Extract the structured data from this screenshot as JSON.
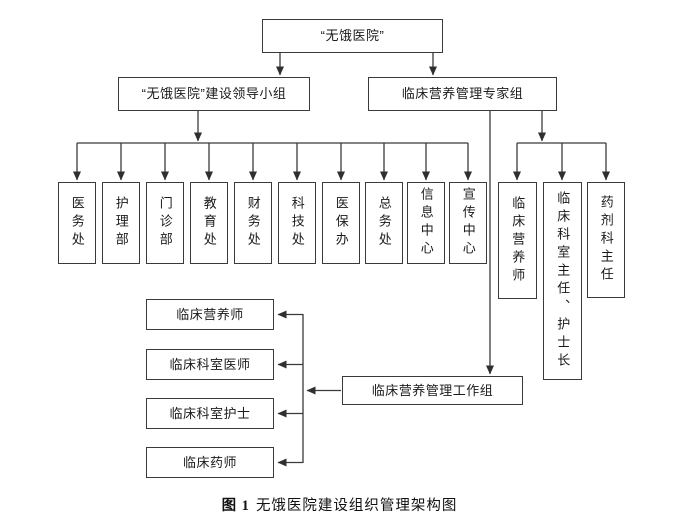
{
  "colors": {
    "background": "#ffffff",
    "line": "#3a3a3a",
    "text": "#1a1a1a"
  },
  "diagram": {
    "title_box": "“无饿医院”",
    "level2": {
      "leader_group": "“无饿医院”建设领导小组",
      "expert_group": "临床营养管理专家组"
    },
    "departments": [
      "医务处",
      "护理部",
      "门诊部",
      "教育处",
      "财务处",
      "科技处",
      "医保办",
      "总务处",
      "信息中心",
      "宣传中心"
    ],
    "expert_members": [
      "临床营养师",
      "临床科室主任、护士长",
      "药剂科主任"
    ],
    "working_group": "临床营养管理工作组",
    "working_group_members": [
      "临床营养师",
      "临床科室医师",
      "临床科室护士",
      "临床药师"
    ],
    "caption": {
      "prefix": "图 1",
      "text": "无饿医院建设组织管理架构图"
    }
  }
}
